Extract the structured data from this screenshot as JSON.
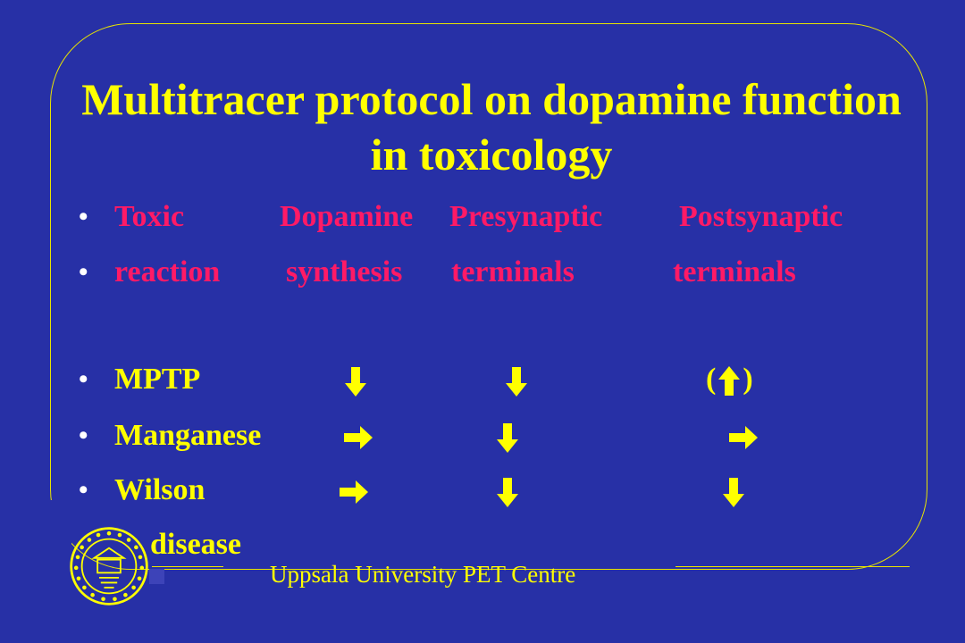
{
  "title": "Multitracer protocol on dopamine function in toxicology",
  "header_rows": [
    [
      "Toxic",
      "Dopamine",
      "Presynaptic",
      "Postsynaptic"
    ],
    [
      "reaction",
      "synthesis",
      "terminals",
      "terminals"
    ]
  ],
  "rows": [
    {
      "label": "MPTP",
      "synthesis": "down",
      "presynaptic": "down",
      "postsynaptic": "(up)"
    },
    {
      "label": "Manganese",
      "synthesis": "right",
      "presynaptic": "down",
      "postsynaptic": "right"
    },
    {
      "label": "Wilson",
      "label_cont": "disease",
      "synthesis": "right",
      "presynaptic": "down",
      "postsynaptic": "down"
    }
  ],
  "footer": "Uppsala University PET Centre",
  "colors": {
    "background": "#2730A6",
    "title": "#FFFF00",
    "header": "#FF1A66",
    "bullet": "#FFFFFF",
    "frame": "#E8E400"
  }
}
